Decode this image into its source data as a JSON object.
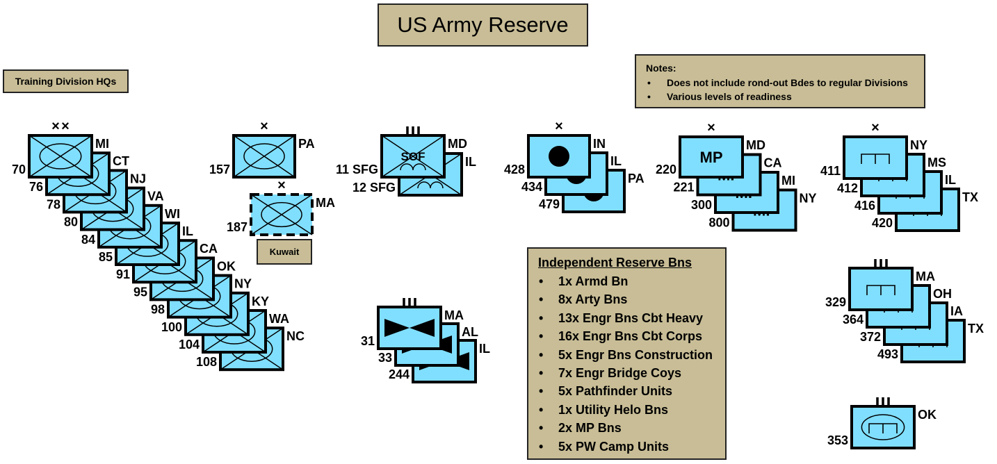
{
  "title": "US Army Reserve",
  "training_hq_label": "Training Division HQs",
  "kuwait_label": "Kuwait",
  "notes": {
    "title": "Notes:",
    "items": [
      "Does not include rond-out Bdes to regular Divisions",
      "Various levels of readiness"
    ]
  },
  "independent_bns": {
    "title": "Independent Reserve Bns",
    "items": [
      "1x Armd Bn",
      "8x Arty Bns",
      "13x Engr Bns Cbt Heavy",
      "16x Engr Bns Cbt Corps",
      "5x Engr Bns Construction",
      "7x Engr Bridge Coys",
      "5x Pathfinder Units",
      "1x Utility Helo Bns",
      "2x MP Bns",
      "5x PW Camp Units"
    ]
  },
  "colors": {
    "symbol_fill": "#80dfff",
    "panel_fill": "#c8bd96",
    "outline": "#000000"
  },
  "groups": [
    {
      "id": "training-divisions",
      "type": "infantry",
      "echelon": "XX",
      "units": [
        {
          "num": "70",
          "state": "MI"
        },
        {
          "num": "76",
          "state": "CT"
        },
        {
          "num": "78",
          "state": "NJ"
        },
        {
          "num": "80",
          "state": "VA"
        },
        {
          "num": "84",
          "state": "WI"
        },
        {
          "num": "85",
          "state": "IL"
        },
        {
          "num": "91",
          "state": "CA"
        },
        {
          "num": "95",
          "state": "OK"
        },
        {
          "num": "98",
          "state": "NY"
        },
        {
          "num": "100",
          "state": "KY"
        },
        {
          "num": "104",
          "state": "WA"
        },
        {
          "num": "108",
          "state": "NC"
        }
      ]
    },
    {
      "id": "infantry-bde-157",
      "type": "infantry",
      "echelon": "X",
      "units": [
        {
          "num": "157",
          "state": "PA"
        }
      ]
    },
    {
      "id": "infantry-bde-187",
      "type": "infantry",
      "echelon": "X",
      "dashed": true,
      "units": [
        {
          "num": "187",
          "state": "MA"
        }
      ]
    },
    {
      "id": "special-forces",
      "type": "sof",
      "echelon": "III",
      "symbol_text": "SOF",
      "units": [
        {
          "num": "11 SFG",
          "state": "MD"
        },
        {
          "num": "12 SFG",
          "state": "IL"
        }
      ]
    },
    {
      "id": "artillery-bdes",
      "type": "artillery",
      "echelon": "X",
      "units": [
        {
          "num": "428",
          "state": "IN"
        },
        {
          "num": "434",
          "state": "IL"
        },
        {
          "num": "479",
          "state": "PA"
        }
      ]
    },
    {
      "id": "mp-bdes",
      "type": "mp",
      "echelon": "X",
      "symbol_text": "MP",
      "units": [
        {
          "num": "220",
          "state": "MD"
        },
        {
          "num": "221",
          "state": "CA"
        },
        {
          "num": "300",
          "state": "MI"
        },
        {
          "num": "800",
          "state": "NY"
        }
      ]
    },
    {
      "id": "engineer-bdes",
      "type": "engineer",
      "echelon": "X",
      "units": [
        {
          "num": "411",
          "state": "NY"
        },
        {
          "num": "412",
          "state": "MS"
        },
        {
          "num": "416",
          "state": "IL"
        },
        {
          "num": "420",
          "state": "TX"
        }
      ]
    },
    {
      "id": "signal-regts",
      "type": "signal",
      "echelon": "III",
      "units": [
        {
          "num": "31",
          "state": "MA"
        },
        {
          "num": "33",
          "state": "AL"
        },
        {
          "num": "244",
          "state": "IL"
        }
      ]
    },
    {
      "id": "engineer-regts",
      "type": "engineer",
      "echelon": "III",
      "units": [
        {
          "num": "329",
          "state": "MA"
        },
        {
          "num": "364",
          "state": "OH"
        },
        {
          "num": "372",
          "state": "IA"
        },
        {
          "num": "493",
          "state": "TX"
        }
      ]
    },
    {
      "id": "armored-engineer-regt",
      "type": "armored-engineer",
      "echelon": "III",
      "units": [
        {
          "num": "353",
          "state": "OK"
        }
      ]
    }
  ]
}
